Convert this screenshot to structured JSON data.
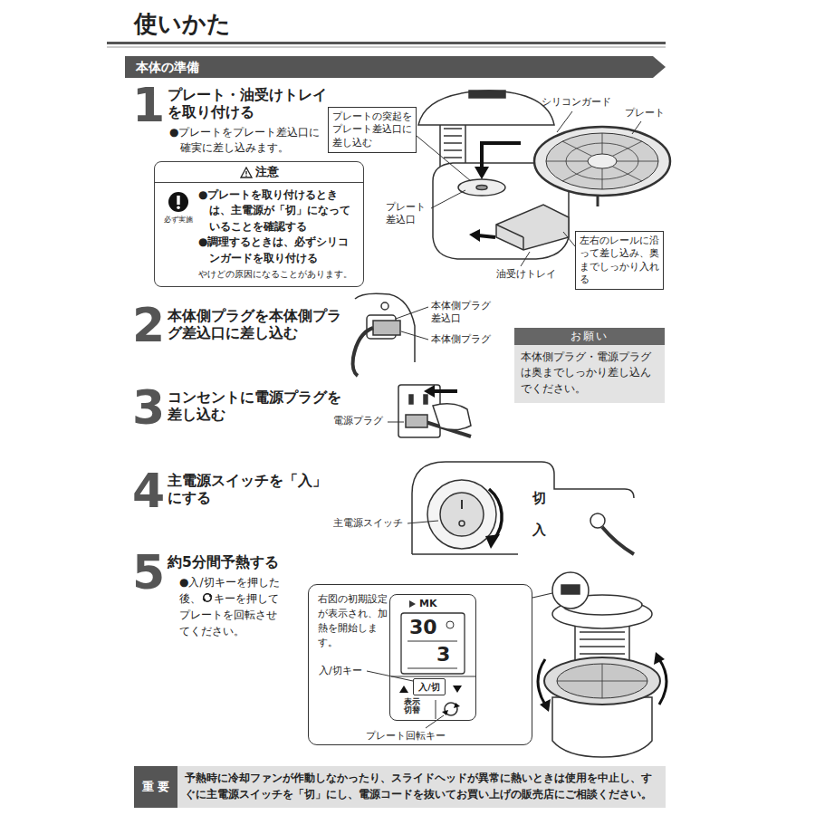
{
  "diagram": {
    "title": "使いかた",
    "nodes": [
      {
        "text": [
          "本体の準備"
        ]
      },
      {
        "text": [
          "注意",
          "●プレートを取り付けるときは、主電源が「切」になっていることを確認する",
          "●調理するときは、必ずシリコンガードを取り付ける",
          "やけどの原因になることがあります。",
          "必ず実施"
        ]
      },
      {
        "text": [
          "プレートの突起をプレート差込口に差し込む"
        ]
      },
      {
        "text": [
          "左右のレールに沿って差し込み、奥までしっかり入れる"
        ]
      },
      {
        "text": [
          "お願い",
          "本体側プラグ・電源プラグは奥までしっかり差し込んでください。"
        ]
      },
      {
        "text": [
          "右図の初期設定が表示され、加熱を開始します。"
        ]
      },
      {
        "text": [
          "MK"
        ],
        "in": 5
      },
      {
        "text": [
          "入/切"
        ],
        "in": 6
      },
      {
        "text": [
          "表示切替"
        ],
        "in": 6
      },
      {
        "text": [
          "予熱時に冷却ファンが作動しなかったり、スライドヘッドが異常に熱いときは使用を中止し、すぐに主電源スイッチを「切」にし、電源コードを抜いてお買い上げの販売店にご相談ください。"
        ]
      },
      {
        "text": [
          "重要"
        ],
        "in": 9
      }
    ],
    "labels": [
      "1",
      "プレート・油受けトレイを取り付ける",
      "●プレートをプレート差込口に確実に差し込みます。",
      "シリコンガード",
      "プレート",
      "プレート差込口",
      "油受けトレイ",
      "2",
      "本体側プラグを本体側プラグ差込口に差し込む",
      "本体側プラグ差込口",
      "本体側プラグ",
      "3",
      "コンセントに電源プラグを差し込む",
      "電源プラグ",
      "4",
      "主電源スイッチを「入」にする",
      "主電源スイッチ",
      "切",
      "入",
      "5",
      "約5分間予熱する",
      "●入/切キーを押した後、",
      "キーを押してプレートを回転させてください。",
      "30",
      "3",
      "入/切キー",
      "プレート回転キー"
    ]
  }
}
